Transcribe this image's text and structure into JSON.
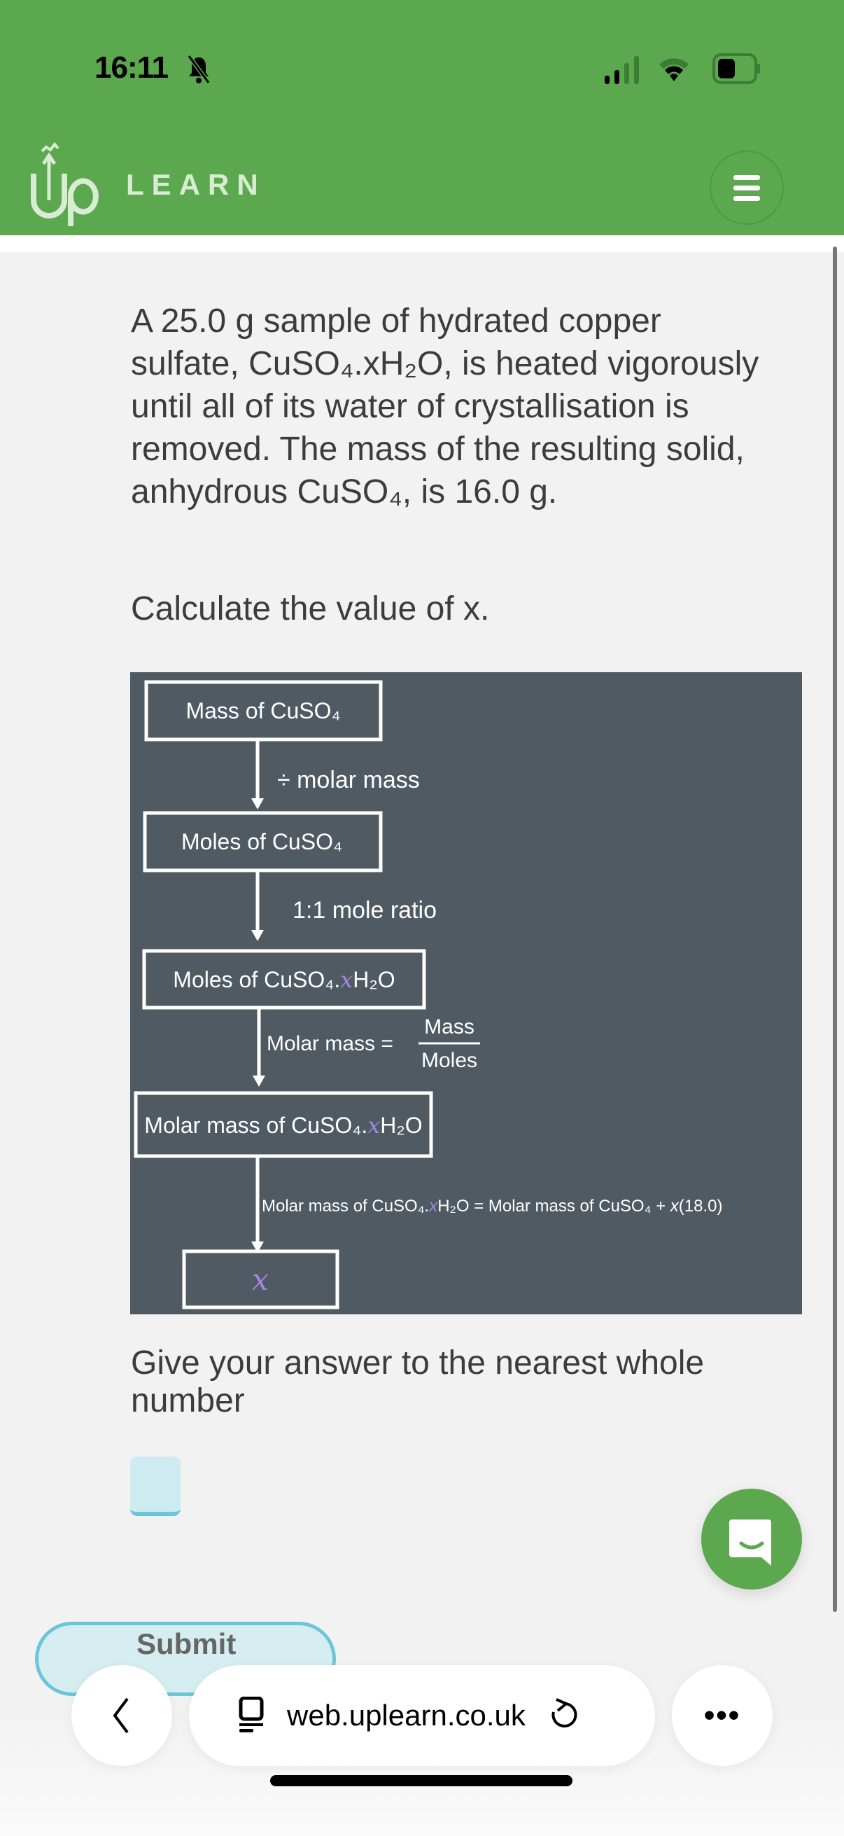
{
  "status_bar": {
    "time": "16:11",
    "icons": [
      "bell-slash-icon",
      "signal-icon",
      "wifi-icon",
      "battery-icon"
    ]
  },
  "header": {
    "logo_text": "ŪP",
    "brand": "LEARN",
    "menu_icon": "hamburger-icon",
    "color": "#5ba84e"
  },
  "question": {
    "lines": [
      "A 25.0 g sample of hydrated copper",
      "sulfate, CuSO₄.xH₂O, is heated vigorously",
      "until all of its water of crystallisation is",
      "removed. The mass of the resulting solid,",
      "anhydrous CuSO₄, is 16.0 g."
    ],
    "prompt": "Calculate the value of x."
  },
  "diagram": {
    "background": "#505a63",
    "accent": "#a685e2",
    "box1": "Mass of CuSO₄",
    "step1": "÷ molar mass",
    "box2": "Moles of CuSO₄",
    "step2": "1:1 mole ratio",
    "box3": {
      "prefix": "Moles of CuSO₄.",
      "var": "x",
      "suffix": "H₂O"
    },
    "step3": {
      "lhs": "Molar mass =",
      "numerator": "Mass",
      "denominator": "Moles"
    },
    "box4": {
      "prefix": "Molar mass of CuSO₄.",
      "var": "x",
      "suffix": "H₂O"
    },
    "step4": {
      "prefix": "Molar mass of CuSO₄.",
      "var": "x",
      "mid": "H₂O = Molar mass of CuSO₄ + ",
      "var2": "x",
      "suffix": "(18.0)"
    },
    "box5": "x"
  },
  "instruction": "Give your answer to the nearest whole number",
  "answer_input": {
    "value": ""
  },
  "submit_label": "Submit",
  "chat_icon": "chat-bubble-icon",
  "browser": {
    "url": "web.uplearn.co.uk",
    "more_label": "•••"
  }
}
